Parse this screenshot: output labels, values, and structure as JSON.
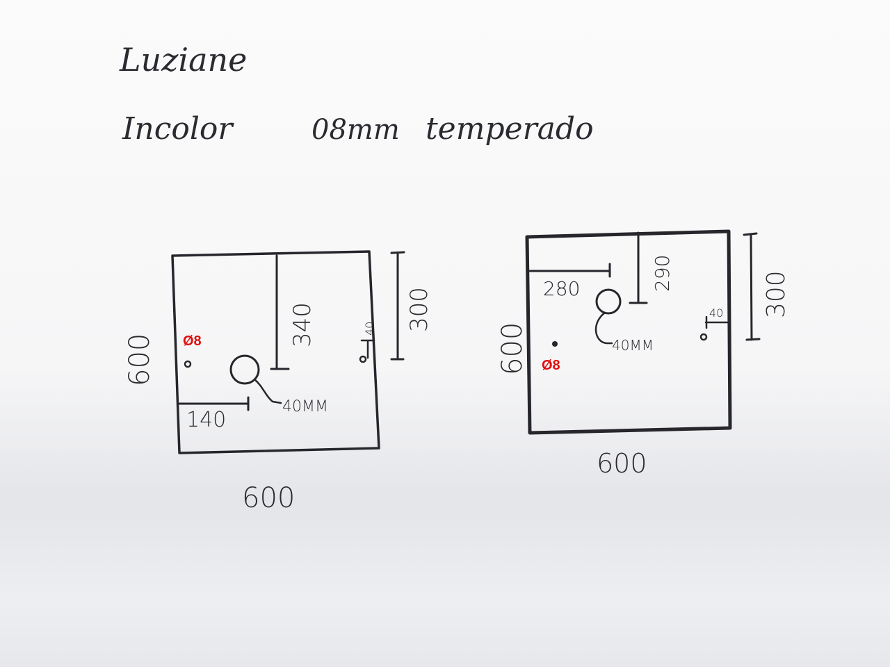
{
  "header": {
    "name": "Luziane",
    "spec_material": "Incolor",
    "spec_thickness": "08mm",
    "spec_type": "temperado"
  },
  "drawing_left": {
    "width_label": "600",
    "height_label": "600",
    "top_offset_label": "340",
    "left_offset_label": "140",
    "edge_hole_offset_label": "40",
    "edge_span_label": "300",
    "big_hole_label": "40MM",
    "small_hole_label": "Ø8"
  },
  "drawing_right": {
    "width_label": "600",
    "height_label": "600",
    "top_offset_label": "290",
    "left_offset_label": "280",
    "edge_hole_offset_label": "40",
    "edge_span_label": "300",
    "big_hole_label": "40MM",
    "small_hole_label": "Ø8"
  }
}
